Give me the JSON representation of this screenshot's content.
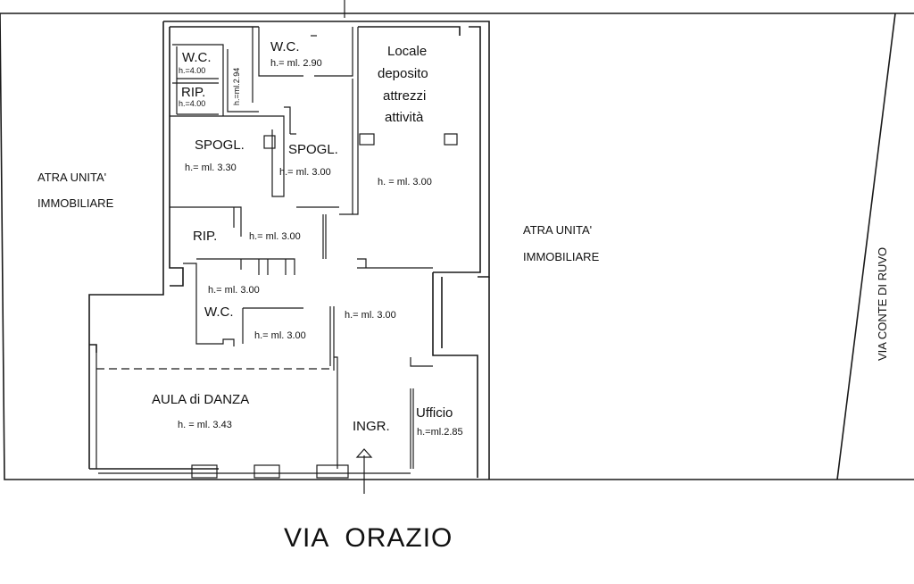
{
  "rooms": {
    "wc1": {
      "name": "W.C.",
      "height": "h.=4.00"
    },
    "rip1": {
      "name": "RIP.",
      "height": "h.=4.00"
    },
    "wc1_vertical_height": "h.=ml.2.94",
    "wc2": {
      "name": "W.C.",
      "height": "h.= ml. 2.90"
    },
    "deposito": {
      "name_lines": [
        "Locale",
        "deposito",
        "attrezzi",
        "attività"
      ],
      "height": "h. = ml. 3.00"
    },
    "spogl1": {
      "name": "SPOGL.",
      "height": "h.= ml. 3.30"
    },
    "spogl2": {
      "name": "SPOGL.",
      "height": "h.= ml. 3.00"
    },
    "rip2": {
      "name": "RIP.",
      "height": "h.= ml. 3.00"
    },
    "corridor_height": "h.= ml. 3.00",
    "wc3": {
      "name": "W.C.",
      "height": "h.= ml. 3.00"
    },
    "center_height": "h.= ml. 3.00",
    "aula": {
      "name": "AULA di DANZA",
      "height": "h. = ml. 3.43"
    },
    "ingresso": {
      "name": "INGR."
    },
    "ufficio": {
      "name": "Ufficio",
      "height": "h.=ml.2.85"
    }
  },
  "neighbors": {
    "left": [
      "ATRA UNITA'",
      "IMMOBILIARE"
    ],
    "right": [
      "ATRA UNITA'",
      "IMMOBILIARE"
    ]
  },
  "streets": {
    "bottom": "VIA  ORAZIO",
    "right": "VIA CONTE DI RUVO"
  }
}
